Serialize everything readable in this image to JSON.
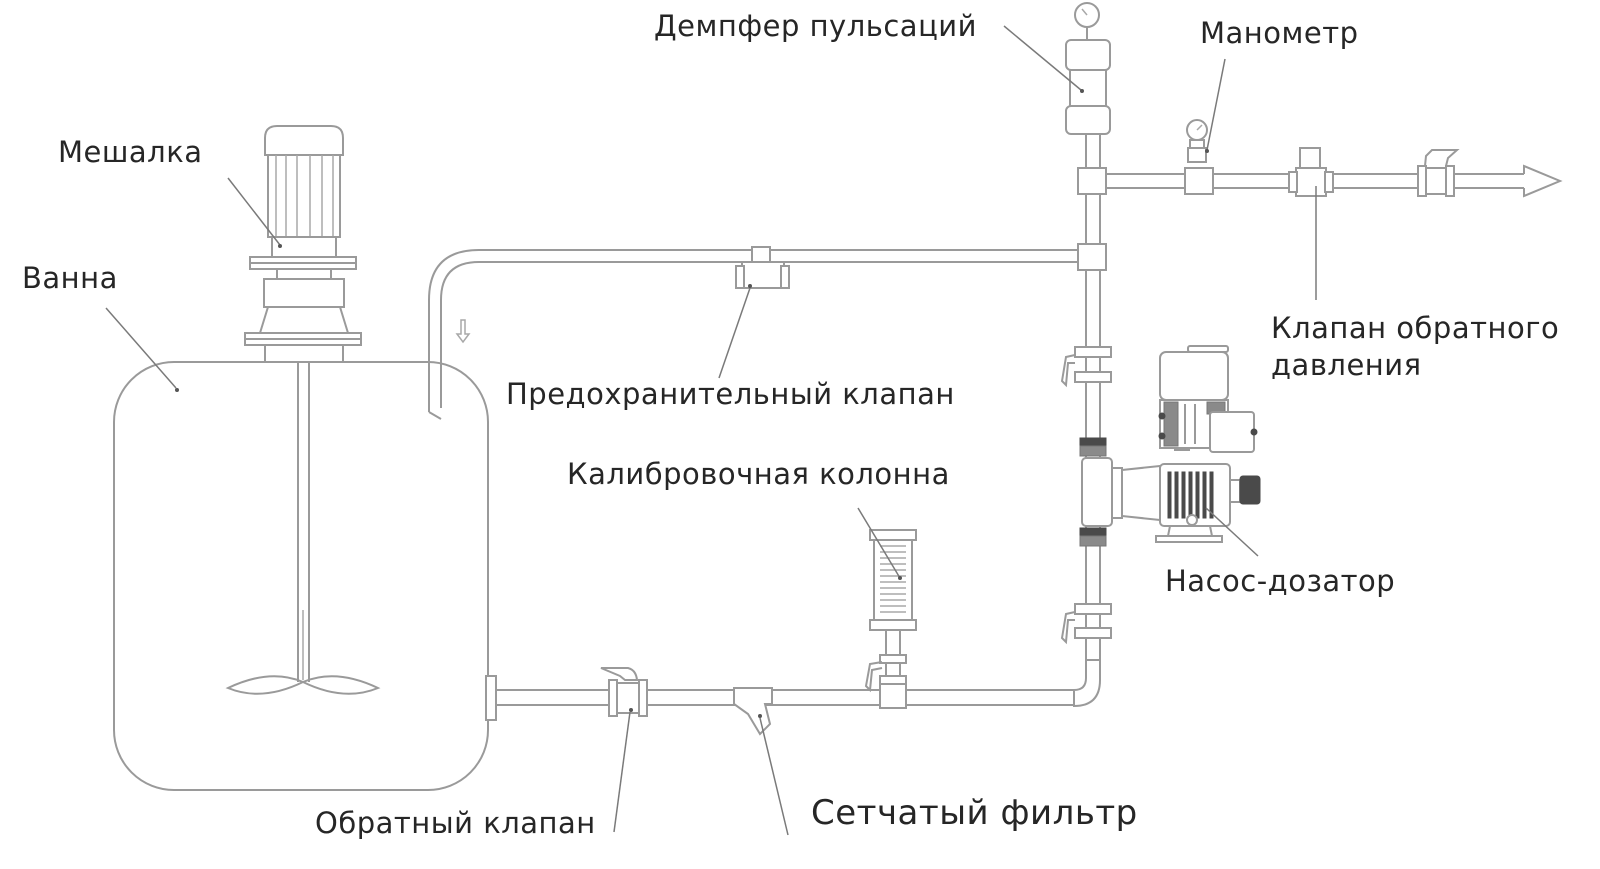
{
  "diagram": {
    "type": "dosing-system-installation-scheme",
    "labels": {
      "mixer": "Мешалка",
      "tank": "Ванна",
      "pulsation_damper": "Демпфер пульсаций",
      "pressure_gauge": "Манометр",
      "back_pressure_valve_line1": "Клапан обратного",
      "back_pressure_valve_line2": "давления",
      "safety_valve": "Предохранительный клапан",
      "calibration_column": "Калибровочная колонна",
      "dosing_pump": "Насос-дозатор",
      "check_valve": "Обратный клапан",
      "strainer": "Сетчатый фильтр"
    },
    "colors": {
      "line": "#9a9a9a",
      "text": "#262626",
      "background": "#ffffff"
    },
    "flow_direction": "right"
  }
}
